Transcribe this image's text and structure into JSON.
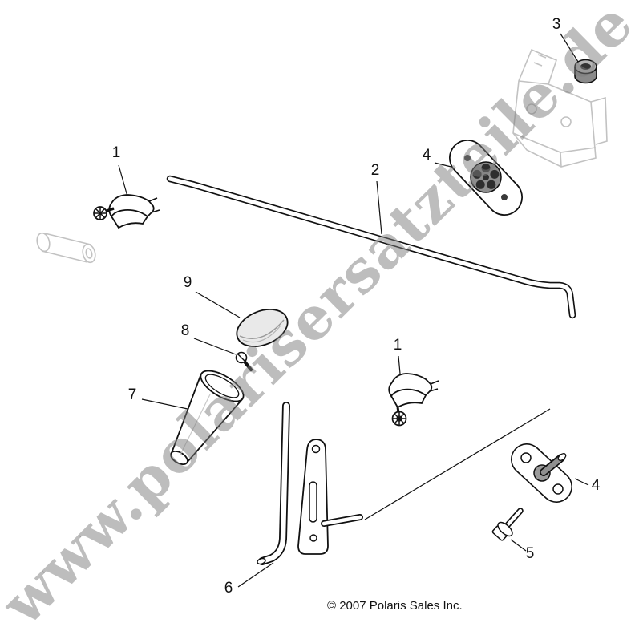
{
  "watermark": "www.polarisersatzteile.de",
  "copyright": "© 2007 Polaris Sales Inc.",
  "callouts": {
    "clamp_left": "1",
    "rod": "2",
    "nut": "3",
    "flange_upper": "4",
    "clamp_mid": "1",
    "knob": "9",
    "screw": "8",
    "boot": "7",
    "flange_lower": "4",
    "bolt": "5",
    "lever": "6"
  },
  "colors": {
    "line": "#111111",
    "reference_part": "#c2c2c2",
    "watermark_gray": "#7c7c7c"
  }
}
